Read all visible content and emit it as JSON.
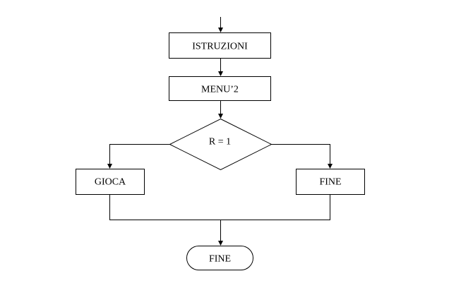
{
  "diagram": {
    "nodes": {
      "istruzioni": "ISTRUZIONI",
      "menu2": "MENU’2",
      "decision": "R = 1",
      "gioca": "GIOCA",
      "fine_right": "FINE",
      "fine_end": "FINE"
    }
  }
}
